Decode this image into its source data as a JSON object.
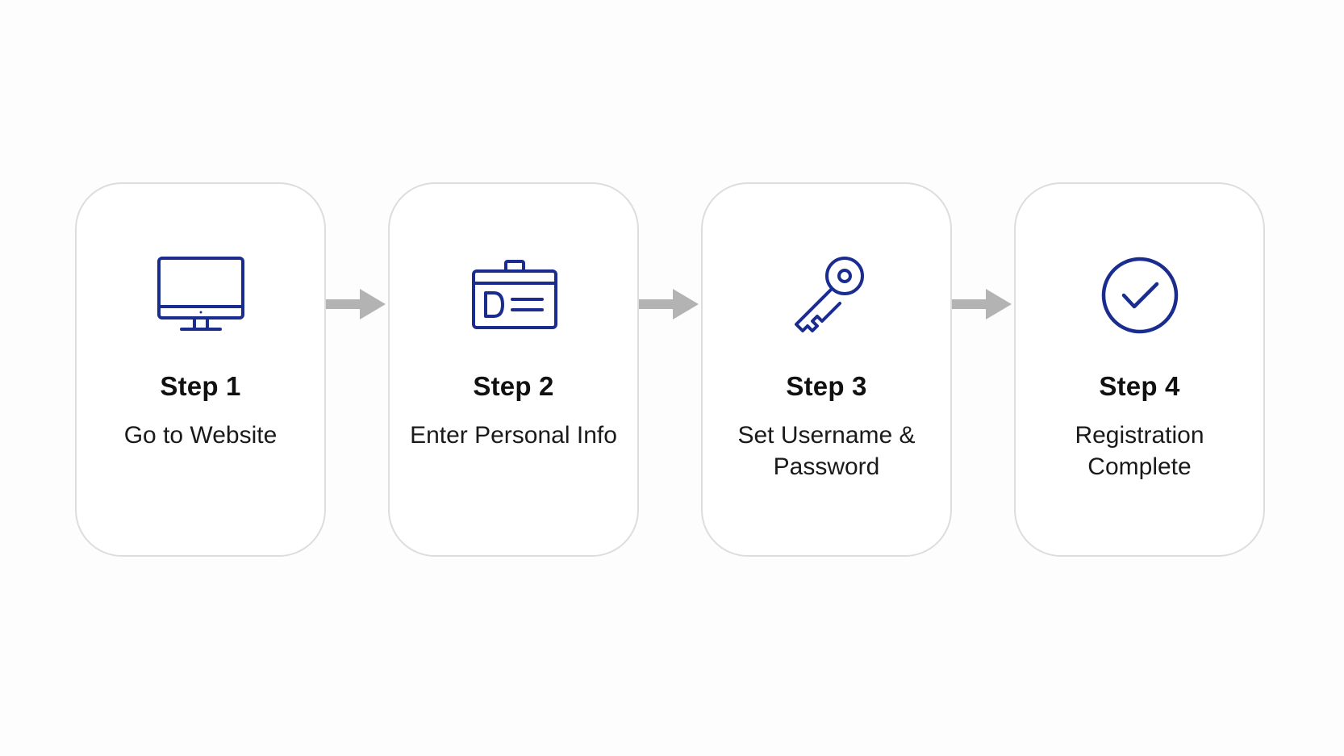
{
  "colors": {
    "icon_stroke": "#1a2d8f",
    "arrow_fill": "#b3b3b3",
    "card_border": "#dddddd",
    "title_text": "#111111"
  },
  "steps": [
    {
      "title": "Step 1",
      "description": "Go to Website",
      "icon": "monitor-icon"
    },
    {
      "title": "Step 2",
      "description": "Enter Personal Info",
      "icon": "id-card-icon"
    },
    {
      "title": "Step 3",
      "description": "Set Username & Password",
      "icon": "key-icon"
    },
    {
      "title": "Step 4",
      "description": "Registration Complete",
      "icon": "checkmark-circle-icon"
    }
  ]
}
